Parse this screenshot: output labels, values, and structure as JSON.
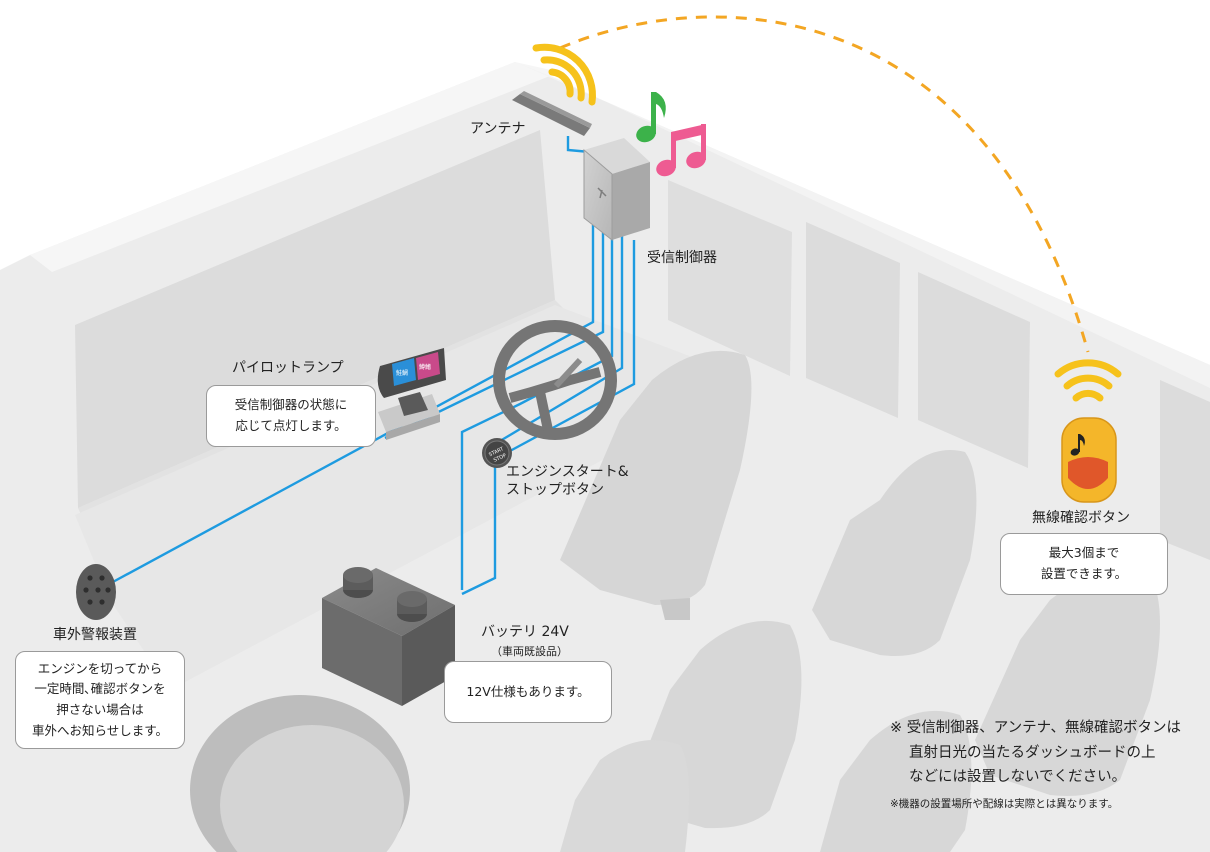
{
  "labels": {
    "antenna": "アンテナ",
    "receiver": "受信制御器",
    "pilot_lamp": "パイロットランプ",
    "engine_button_line1": "エンジンスタート&",
    "engine_button_line2": "ストップボタン",
    "wireless_button": "無線確認ボタン",
    "battery": "バッテリ 24V",
    "battery_sub": "（車両既設品）",
    "alarm": "車外警報装置",
    "lamp_text_1": "鮭鯛",
    "lamp_text_2": "鱒鰭",
    "start_stop_1": "START",
    "start_stop_2": "STOP"
  },
  "callouts": {
    "pilot_lamp": [
      "受信制御器の状態に",
      "応じて点灯します。"
    ],
    "wireless_button": [
      "最大3個まで",
      "設置できます。"
    ],
    "battery": [
      "12V仕様もあります。"
    ],
    "alarm": [
      "エンジンを切ってから",
      "一定時間､確認ボタンを",
      "押さない場合は",
      "車外へお知らせします。"
    ]
  },
  "notes": {
    "main_line1": "※ 受信制御器、アンテナ、無線確認ボタンは",
    "main_line2": "直射日光の当たるダッシュボードの上",
    "main_line3": "などには設置しないでください。",
    "fine": "※機器の設置場所や配線は実際とは異なります。"
  },
  "colors": {
    "wire": "#1e9be0",
    "signal_arc": "#f3a623",
    "antenna_waves": "#f6c21b",
    "note_green": "#3cb24a",
    "note_pink": "#ee5b92",
    "button_yellow": "#f4b62a",
    "button_orange": "#e0572a",
    "interior": "#e5e5e5",
    "seat": "#d7d7d7"
  },
  "icons": {
    "antenna": "antenna-bar",
    "waves": "radio-waves",
    "music": "music-note",
    "receiver": "receiver-box",
    "lamp": "pilot-lamp",
    "wheel": "steering-wheel",
    "start": "start-stop-button",
    "battery": "battery",
    "alarm": "speaker-grille",
    "wireless": "wireless-button"
  }
}
